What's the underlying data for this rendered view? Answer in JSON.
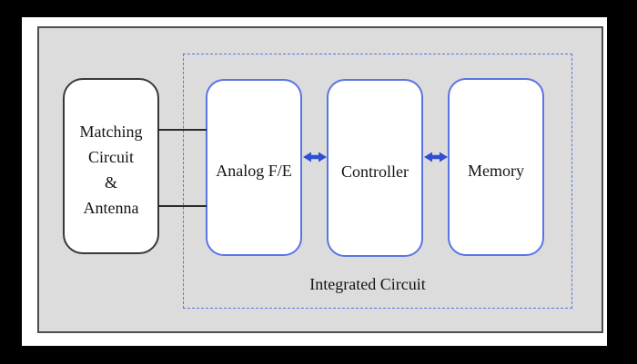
{
  "figure": {
    "type": "block-diagram",
    "blocks": {
      "matching": {
        "lines": [
          "Matching",
          "Circuit",
          "&",
          "Antenna"
        ]
      },
      "analog_fe": {
        "label": "Analog F/E"
      },
      "controller": {
        "label": "Controller"
      },
      "memory": {
        "label": "Memory"
      }
    },
    "group": {
      "label": "Integrated Circuit"
    },
    "connections": [
      {
        "from": "Matching Circuit & Antenna",
        "to": "Analog F/E",
        "style": "two-parallel-lines"
      },
      {
        "from": "Analog F/E",
        "to": "Controller",
        "style": "bidirectional-arrow"
      },
      {
        "from": "Controller",
        "to": "Memory",
        "style": "bidirectional-arrow"
      }
    ],
    "colors": {
      "frame": "#000000",
      "page": "#ffffff",
      "panel_background": "#dcdcdc",
      "panel_border": "#4d4d4d",
      "block_border_dark": "#383838",
      "block_border_blue": "#5b74e4",
      "dashed_boundary": "#5b74e4",
      "connector": "#2b2b2b",
      "arrow": "#2e4fd2",
      "text": "#141414"
    }
  }
}
